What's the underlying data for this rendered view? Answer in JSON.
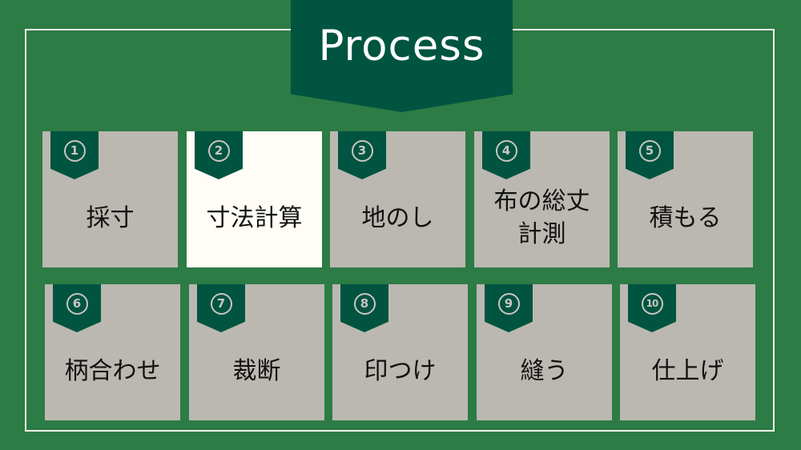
{
  "title": "Process",
  "colors": {
    "background": "#2d7b45",
    "banner": "#005440",
    "card": "#bbb8b1",
    "card_active": "#fffdf6"
  },
  "steps": [
    {
      "number": "1",
      "label": "採寸"
    },
    {
      "number": "2",
      "label": "寸法計算",
      "active": true
    },
    {
      "number": "3",
      "label": "地のし"
    },
    {
      "number": "4",
      "label": "布の総丈\n計測"
    },
    {
      "number": "5",
      "label": "積もる"
    },
    {
      "number": "6",
      "label": "柄合わせ"
    },
    {
      "number": "7",
      "label": "裁断"
    },
    {
      "number": "8",
      "label": "印つけ"
    },
    {
      "number": "9",
      "label": "縫う"
    },
    {
      "number": "10",
      "label": "仕上げ"
    }
  ]
}
